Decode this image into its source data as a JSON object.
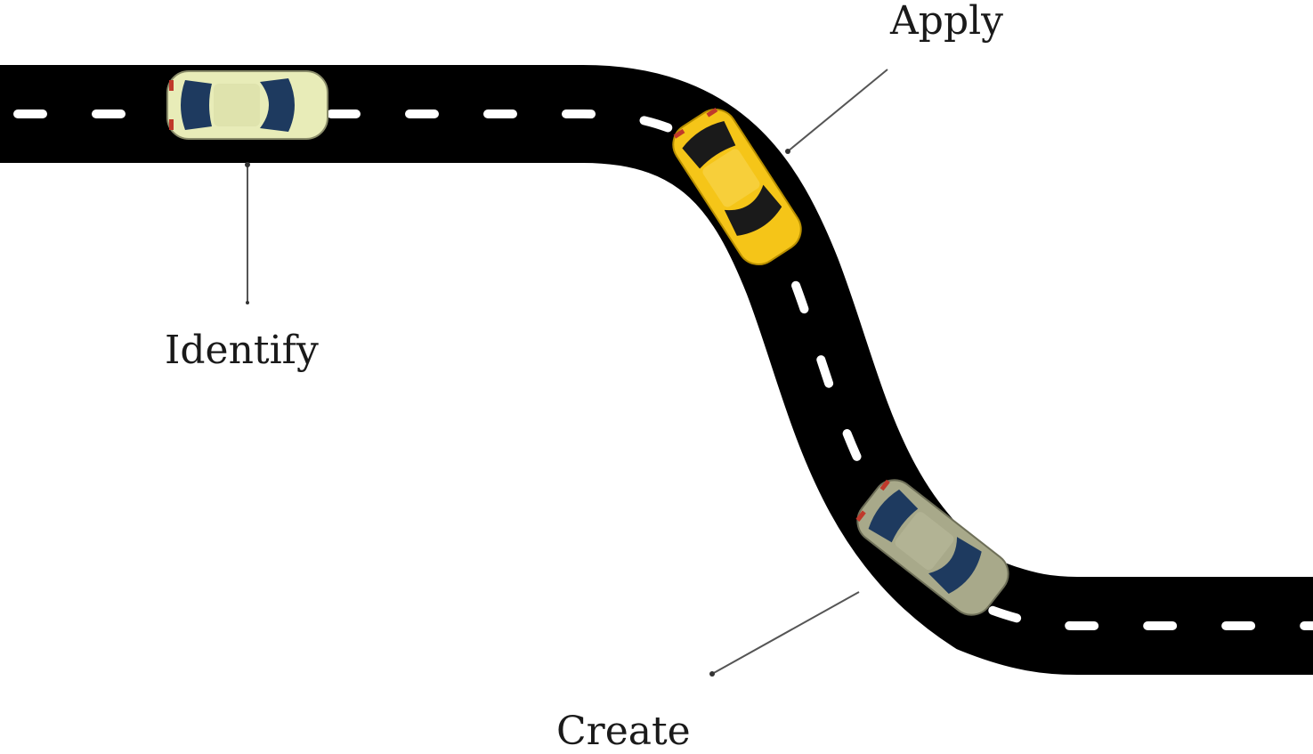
{
  "labels": {
    "apply": "Apply",
    "identify": "Identify",
    "create": "Create"
  },
  "colors": {
    "road": "#000000",
    "lane_marking": "#ffffff",
    "pointer_line": "#555555",
    "car_identify_body": "#e8ecb8",
    "car_apply_body": "#f5c518",
    "car_create_body": "#a8a98a",
    "car_glass": "#1e3a5f"
  },
  "icons": {
    "car_identify": "car-top-view-icon",
    "car_apply": "car-top-view-icon",
    "car_create": "car-top-view-icon"
  }
}
